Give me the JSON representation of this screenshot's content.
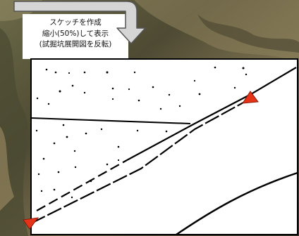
{
  "caption": {
    "line1": "スケッチを作成",
    "line2": "縮小(50%)して表示",
    "line3": "(試掘坑展開図を反転)"
  },
  "colors": {
    "background_photo": "#5f5a3e",
    "panel": "#ffffff",
    "marker": "#e53317",
    "arrow_fill": "#d5d5d5",
    "line": "#000000"
  },
  "icons": {
    "arrow": "bent-arrow-down-icon",
    "marker": "red-triangle-marker-icon"
  }
}
